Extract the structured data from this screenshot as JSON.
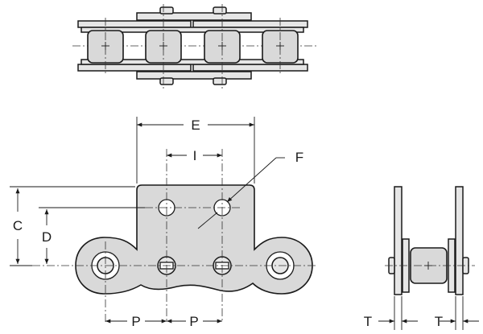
{
  "labels": {
    "E": "E",
    "I": "I",
    "F": "F",
    "C": "C",
    "D": "D",
    "P1": "P",
    "P2": "P",
    "T1": "T",
    "T2": "T"
  }
}
